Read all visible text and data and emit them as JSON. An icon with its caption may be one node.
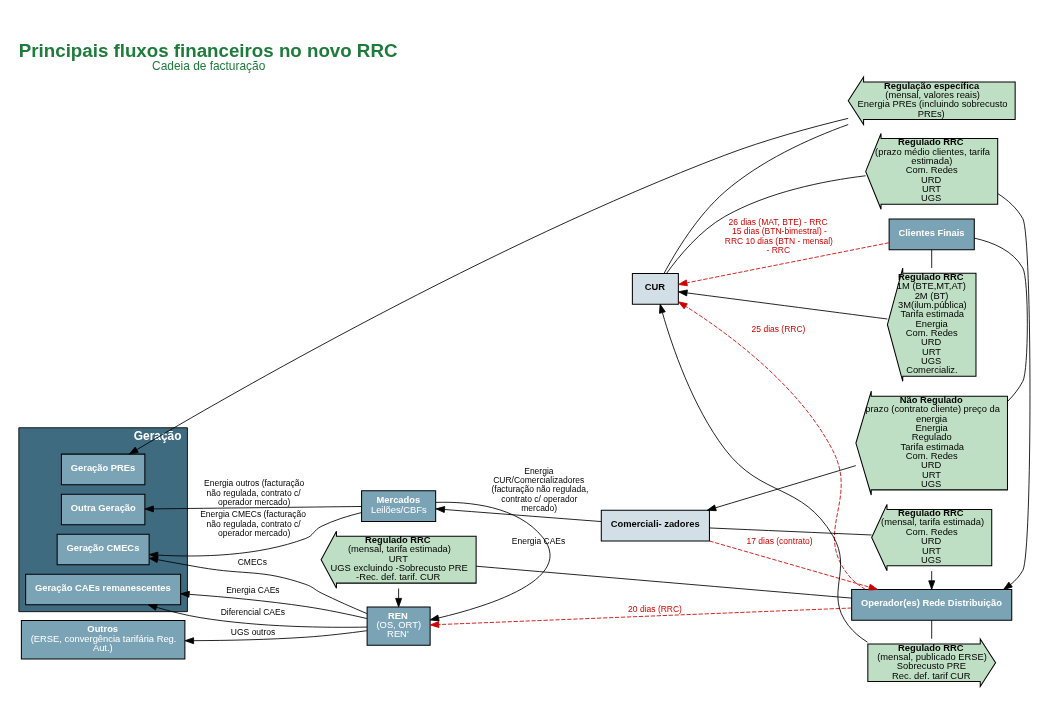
{
  "diagram": {
    "title": "Principais fluxos financeiros no novo RRC",
    "caption": "Cadeia de facturação",
    "nodes": [
      {
        "text": [
          "Geração"
        ]
      },
      {
        "text": [
          "Geração PREs"
        ],
        "in": 0
      },
      {
        "text": [
          "Geração CAEs remanescentes"
        ],
        "in": 0
      },
      {
        "text": [
          "Geração CMECs"
        ],
        "in": 0
      },
      {
        "text": [
          "Outra Geração"
        ],
        "in": 0
      },
      {
        "text": [
          "Outros",
          "(ERSE, convergência tarifária Reg. Aut.)"
        ]
      },
      {
        "text": [
          "REN",
          "(OS, ORT)",
          "REN'"
        ]
      },
      {
        "text": [
          "Mercados",
          "Leilões/CBFs"
        ]
      },
      {
        "text": [
          "Operador(es) Rede Distribuição"
        ]
      },
      {
        "text": [
          "CUR"
        ]
      },
      {
        "text": [
          "Comerciali- zadores"
        ]
      },
      {
        "text": [
          "Clientes Finais"
        ]
      },
      {
        "text": [
          "Regulação específica",
          "(mensal, valores reais)",
          "Energia PREs (incluindo sobrecusto PREs)"
        ]
      },
      {
        "text": [
          "Regulado RRC",
          "(mensal, tarifa estimada)",
          "URT",
          "UGS excluindo -Sobrecusto PRE -Rec. def. tarif. CUR"
        ]
      },
      {
        "text": [
          "Regulado RRC",
          "(mensal, publicado ERSE)",
          "Sobrecusto PRE",
          "Rec. def. tarif CUR"
        ]
      },
      {
        "text": [
          "Regulado RRC",
          "(prazo médio clientes, tarifa estimada)",
          "Com. Redes",
          "URD",
          "URT",
          "UGS"
        ]
      },
      {
        "text": [
          "Regulado RRC",
          "(mensal, tarifa estimada)",
          "Com. Redes",
          "URD",
          "URT",
          "UGS"
        ]
      },
      {
        "text": [
          "Regulado RRC",
          "1M (BTE,MT,AT)",
          "2M (BT)",
          "3M(ilum.pública)",
          "Tarifa estimada",
          "Energia",
          "Com. Redes",
          "URD",
          "URT",
          "UGS",
          "Comercializ."
        ]
      },
      {
        "text": [
          "Não Regulado",
          "prazo (contrato cliente) preço da energia",
          "Energia",
          "Regulado",
          "Tarifa estimada",
          "Com. Redes",
          "URD",
          "URT",
          "UGS"
        ]
      }
    ],
    "edges": [
      {
        "from": 9,
        "to": 12,
        "arrow": "none"
      },
      {
        "from": 12,
        "to": 1,
        "arrow": "to"
      },
      {
        "from": 8,
        "to": 13,
        "arrow": "none"
      },
      {
        "from": 13,
        "to": 6,
        "arrow": "to"
      },
      {
        "from": 8,
        "to": 14,
        "arrow": "none"
      },
      {
        "from": 14,
        "to": 9,
        "arrow": "to"
      },
      {
        "from": 9,
        "to": 15,
        "arrow": "none"
      },
      {
        "from": 15,
        "to": 8,
        "arrow": "to"
      },
      {
        "from": 10,
        "to": 16,
        "arrow": "none"
      },
      {
        "from": 16,
        "to": 8,
        "arrow": "to"
      },
      {
        "from": 11,
        "to": 17,
        "arrow": "none"
      },
      {
        "from": 17,
        "to": 9,
        "arrow": "to"
      },
      {
        "from": 11,
        "to": 18,
        "arrow": "none"
      },
      {
        "from": 18,
        "to": 10,
        "arrow": "to"
      },
      {
        "from": 6,
        "to": 5,
        "arrow": "to",
        "label": "UGS outros"
      },
      {
        "from": 6,
        "to": 2,
        "arrow": "to",
        "label": "Energia CAEs"
      },
      {
        "from": 6,
        "to": 2,
        "arrow": "to",
        "label": "Diferencial CAEs"
      },
      {
        "from": 6,
        "to": 3,
        "arrow": "to",
        "label": "CMECs"
      },
      {
        "from": 7,
        "to": 6,
        "arrow": "to",
        "label": "Energia CAEs"
      },
      {
        "from": 7,
        "to": 3,
        "arrow": "to",
        "label": "Energia CMECs (facturação não regulada, contrato c/ operador mercado)"
      },
      {
        "from": 7,
        "to": 4,
        "arrow": "to",
        "label": "Energia outros (facturação não regulada, contrato c/ operador mercado)"
      },
      {
        "from": 10,
        "to": 7,
        "arrow": "to",
        "label": "Energia CUR/Comercializadores (facturação não regulada, contrato c/ operador mercado)"
      },
      {
        "from": 11,
        "to": 9,
        "arrow": "to",
        "label": "26 dias (MAT, BTE) - RRC 15 dias (BTN-bimestral) - RRC 10 dias (BTN - mensal) - RRC",
        "style": "dashed",
        "color": "#cc0000"
      },
      {
        "from": 8,
        "to": 9,
        "arrow": "to",
        "label": "25 dias (RRC)",
        "style": "dashed",
        "color": "#cc0000"
      },
      {
        "from": 8,
        "to": 6,
        "arrow": "to",
        "label": "20 dias (RRC)",
        "style": "dashed",
        "color": "#cc0000"
      },
      {
        "from": 10,
        "to": 8,
        "arrow": "to",
        "label": "17 dias (contrato)",
        "style": "dashed",
        "color": "#cc0000"
      }
    ]
  }
}
